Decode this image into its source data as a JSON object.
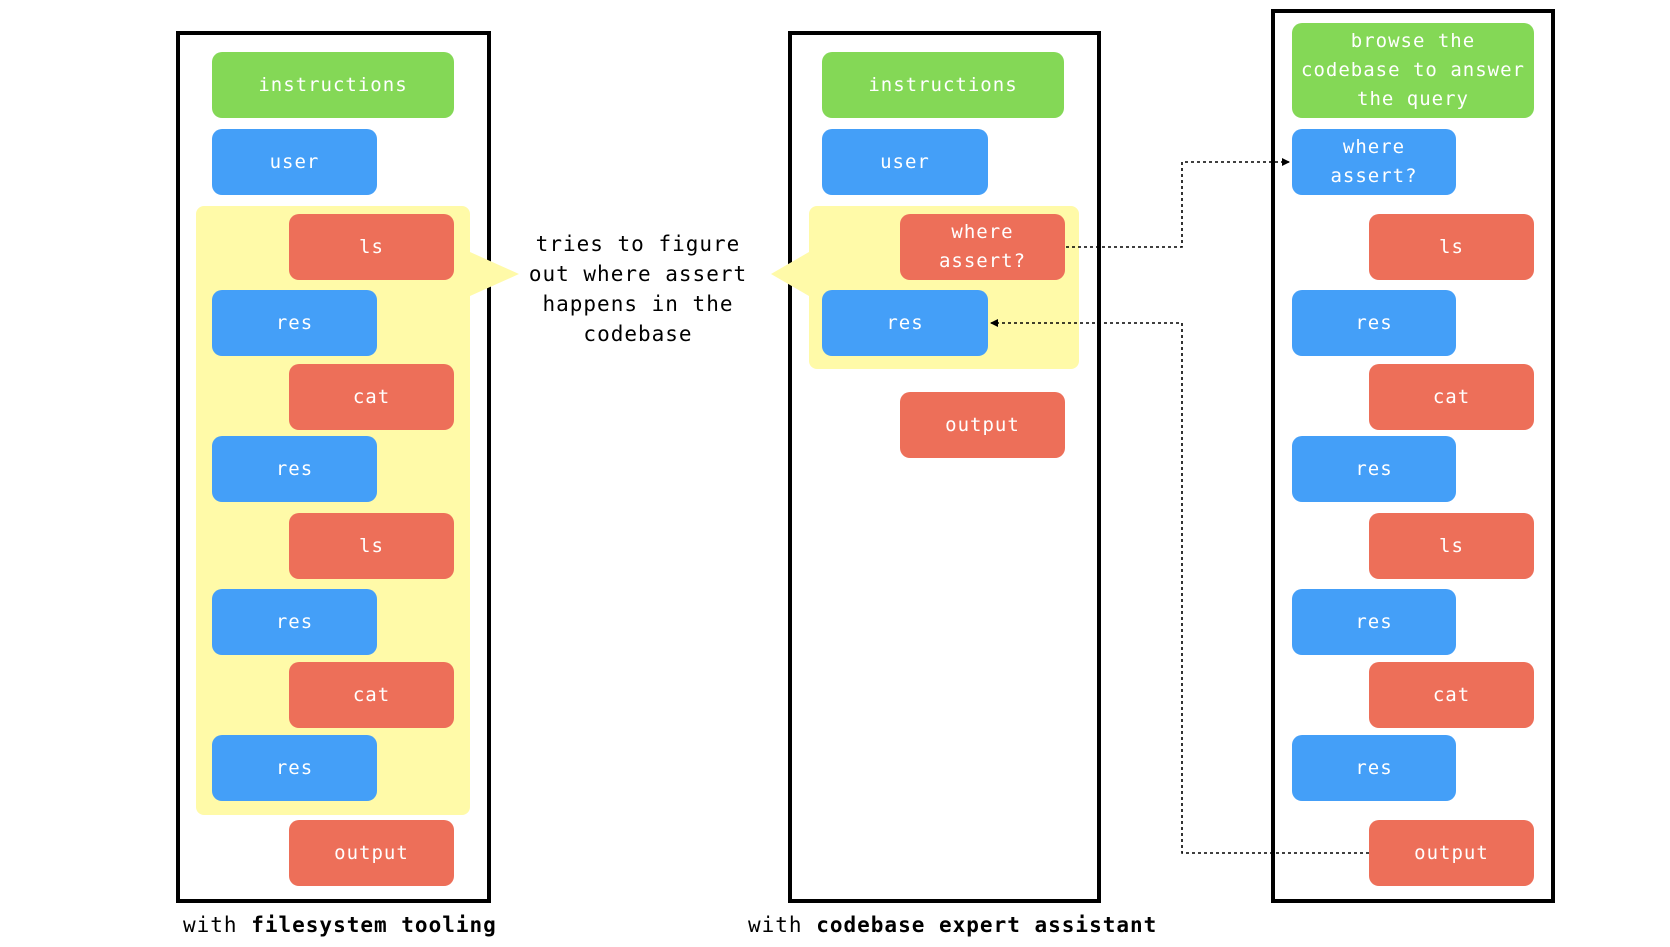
{
  "panel_left": {
    "blocks": [
      {
        "label": "instructions",
        "color": "green"
      },
      {
        "label": "user",
        "color": "blue"
      },
      {
        "label": "ls",
        "color": "red"
      },
      {
        "label": "res",
        "color": "blue"
      },
      {
        "label": "cat",
        "color": "red"
      },
      {
        "label": "res",
        "color": "blue"
      },
      {
        "label": "ls",
        "color": "red"
      },
      {
        "label": "res",
        "color": "blue"
      },
      {
        "label": "cat",
        "color": "red"
      },
      {
        "label": "res",
        "color": "blue"
      },
      {
        "label": "output",
        "color": "red"
      }
    ],
    "caption_prefix": "with ",
    "caption_bold": "filesystem tooling"
  },
  "annotation": "tries to figure\nout where assert\nhappens in the\ncodebase",
  "panel_middle": {
    "blocks": [
      {
        "label": "instructions",
        "color": "green"
      },
      {
        "label": "user",
        "color": "blue"
      },
      {
        "label": "where\nassert?",
        "color": "red"
      },
      {
        "label": "res",
        "color": "blue"
      },
      {
        "label": "output",
        "color": "red"
      }
    ],
    "caption_prefix": "with ",
    "caption_bold": "codebase expert assistant"
  },
  "panel_right": {
    "blocks": [
      {
        "label": "browse the\ncodebase to answer\nthe query",
        "color": "green"
      },
      {
        "label": "where\nassert?",
        "color": "blue"
      },
      {
        "label": "ls",
        "color": "red"
      },
      {
        "label": "res",
        "color": "blue"
      },
      {
        "label": "cat",
        "color": "red"
      },
      {
        "label": "res",
        "color": "blue"
      },
      {
        "label": "ls",
        "color": "red"
      },
      {
        "label": "res",
        "color": "blue"
      },
      {
        "label": "cat",
        "color": "red"
      },
      {
        "label": "res",
        "color": "blue"
      },
      {
        "label": "output",
        "color": "red"
      }
    ]
  },
  "colors": {
    "green": "#84d856",
    "blue": "#449ff8",
    "red": "#ed6f59",
    "highlight": "#fffaa8"
  }
}
